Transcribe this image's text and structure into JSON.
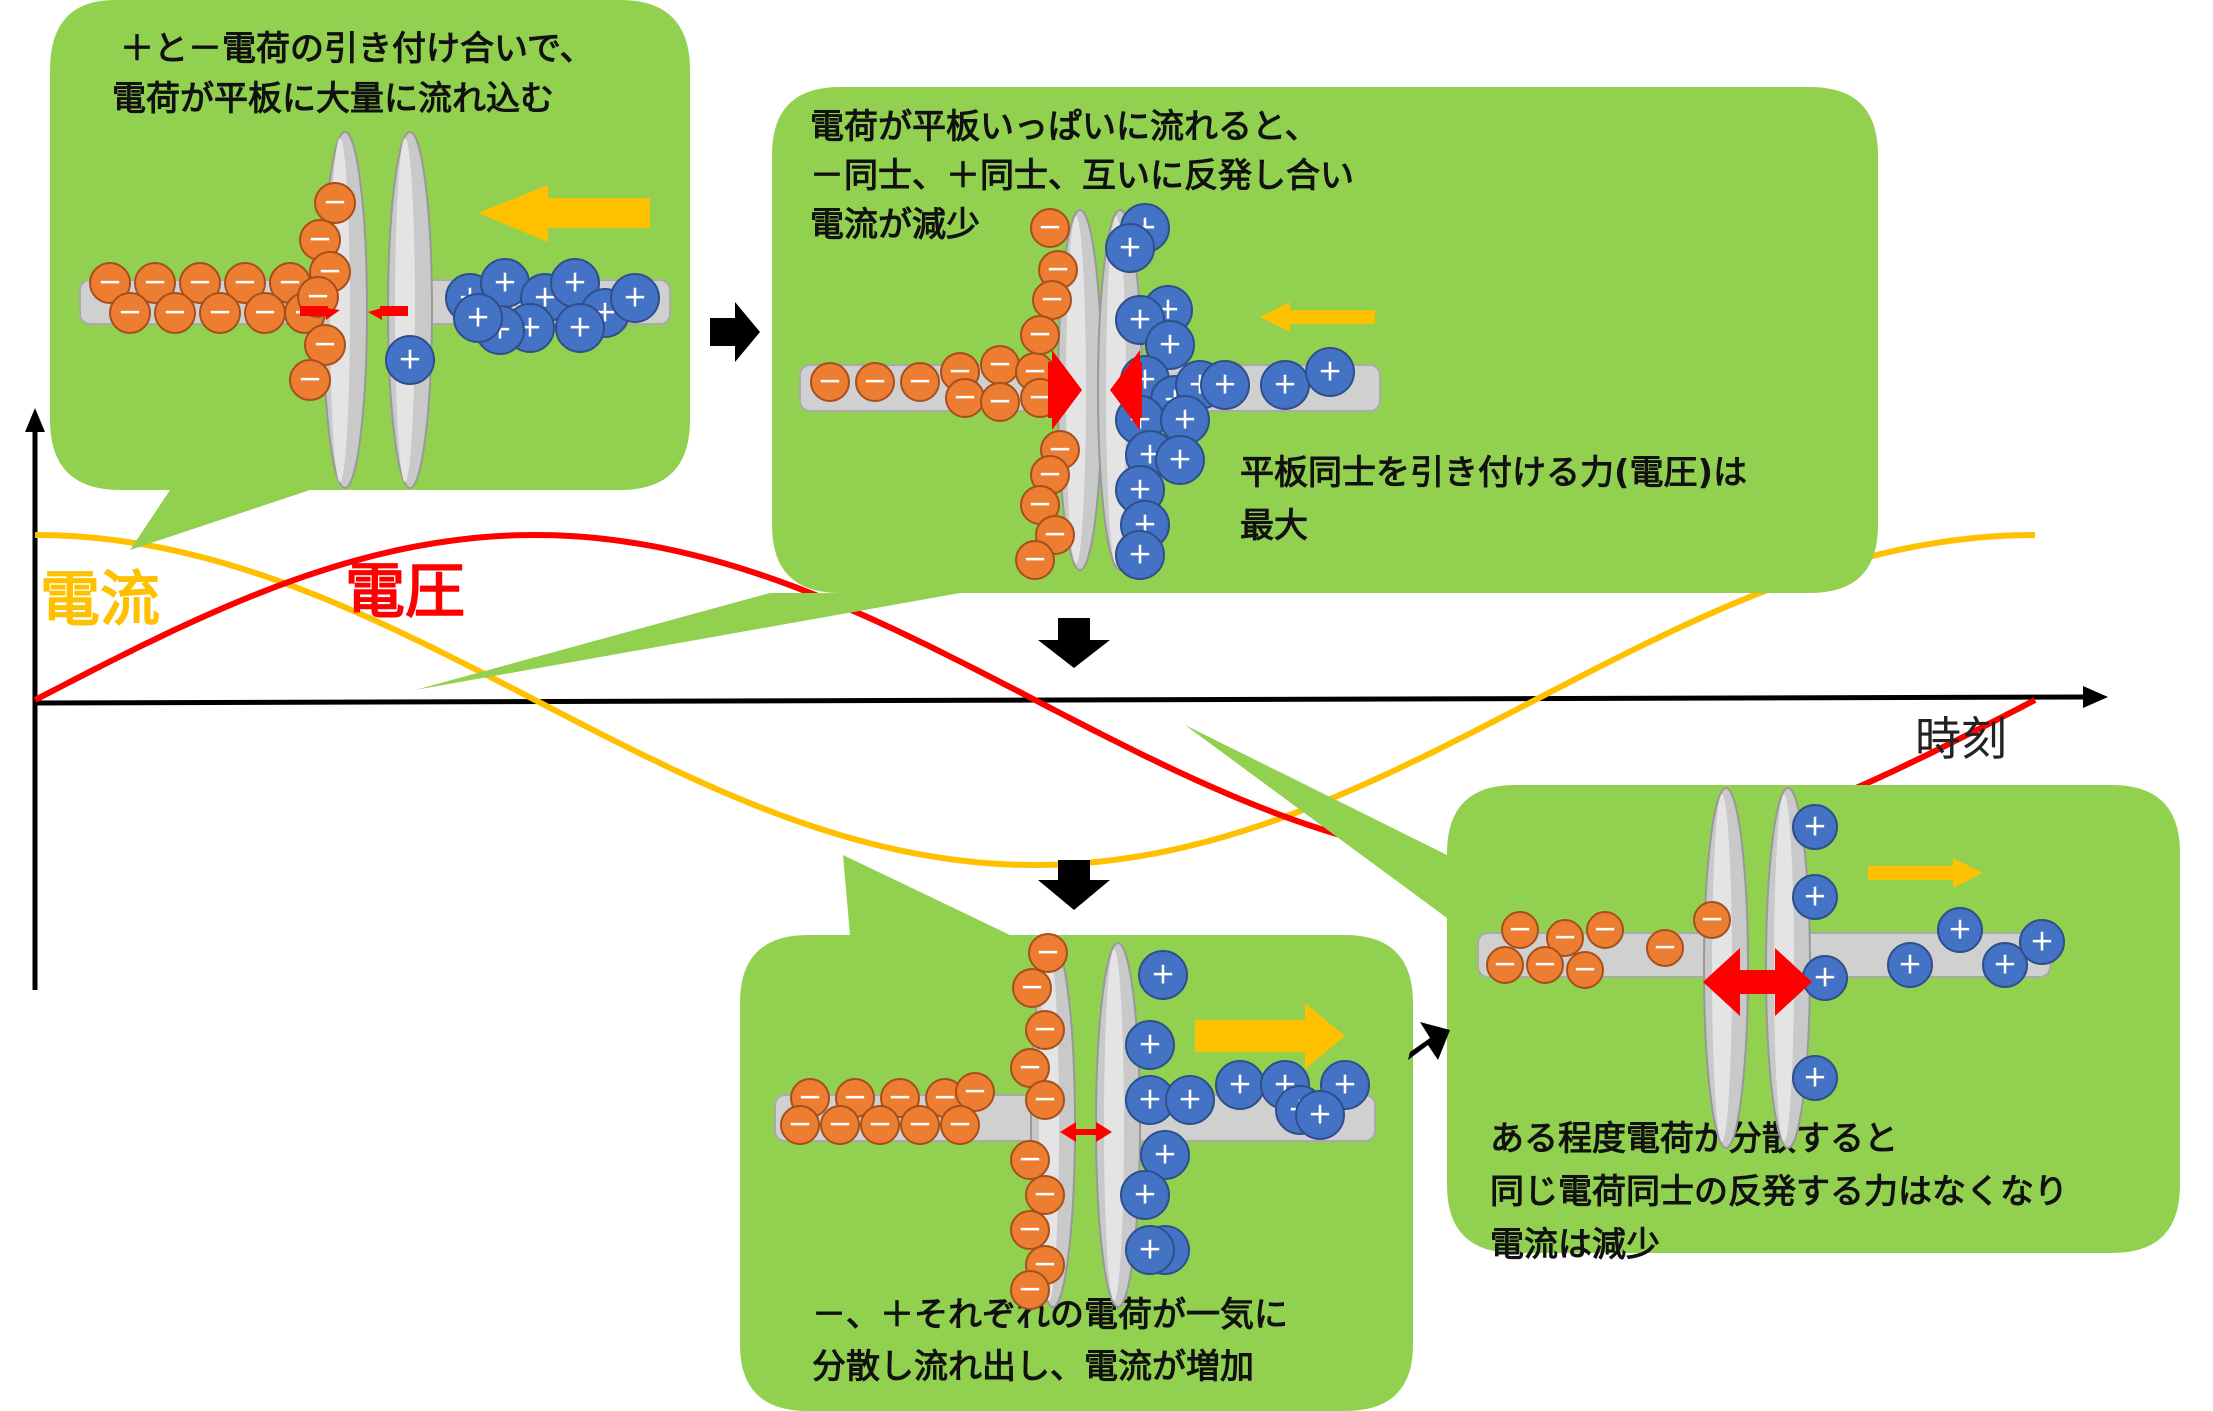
{
  "colors": {
    "bubble": "#92d050",
    "current": "#ffc000",
    "voltage": "#ff0000",
    "negative_charge": "#ed7d31",
    "positive_charge": "#4472c4",
    "plate": "#d0d0d0",
    "axis": "#000000"
  },
  "graph": {
    "current_label": "電流",
    "voltage_label": "電圧",
    "time_label": "時刻"
  },
  "charge_signs": {
    "negative": "－",
    "positive": "＋"
  },
  "panels": [
    {
      "id": "panel-1",
      "lines": [
        "＋と－電荷の引き付け合いで、",
        "電荷が平板に大量に流れ込む"
      ]
    },
    {
      "id": "panel-2",
      "lines": [
        "電荷が平板いっぱいに流れると、",
        "－同士、＋同士、互いに反発し合い",
        "電流が減少"
      ],
      "note_lines": [
        "平板同士を引き付ける力(電圧)は",
        "最大"
      ]
    },
    {
      "id": "panel-3",
      "lines": [
        "－、＋それぞれの電荷が一気に",
        "分散し流れ出し、電流が増加"
      ]
    },
    {
      "id": "panel-4",
      "lines": [
        "ある程度電荷が分散すると",
        "同じ電荷同士の反発する力はなくなり",
        "電流は減少"
      ]
    }
  ]
}
